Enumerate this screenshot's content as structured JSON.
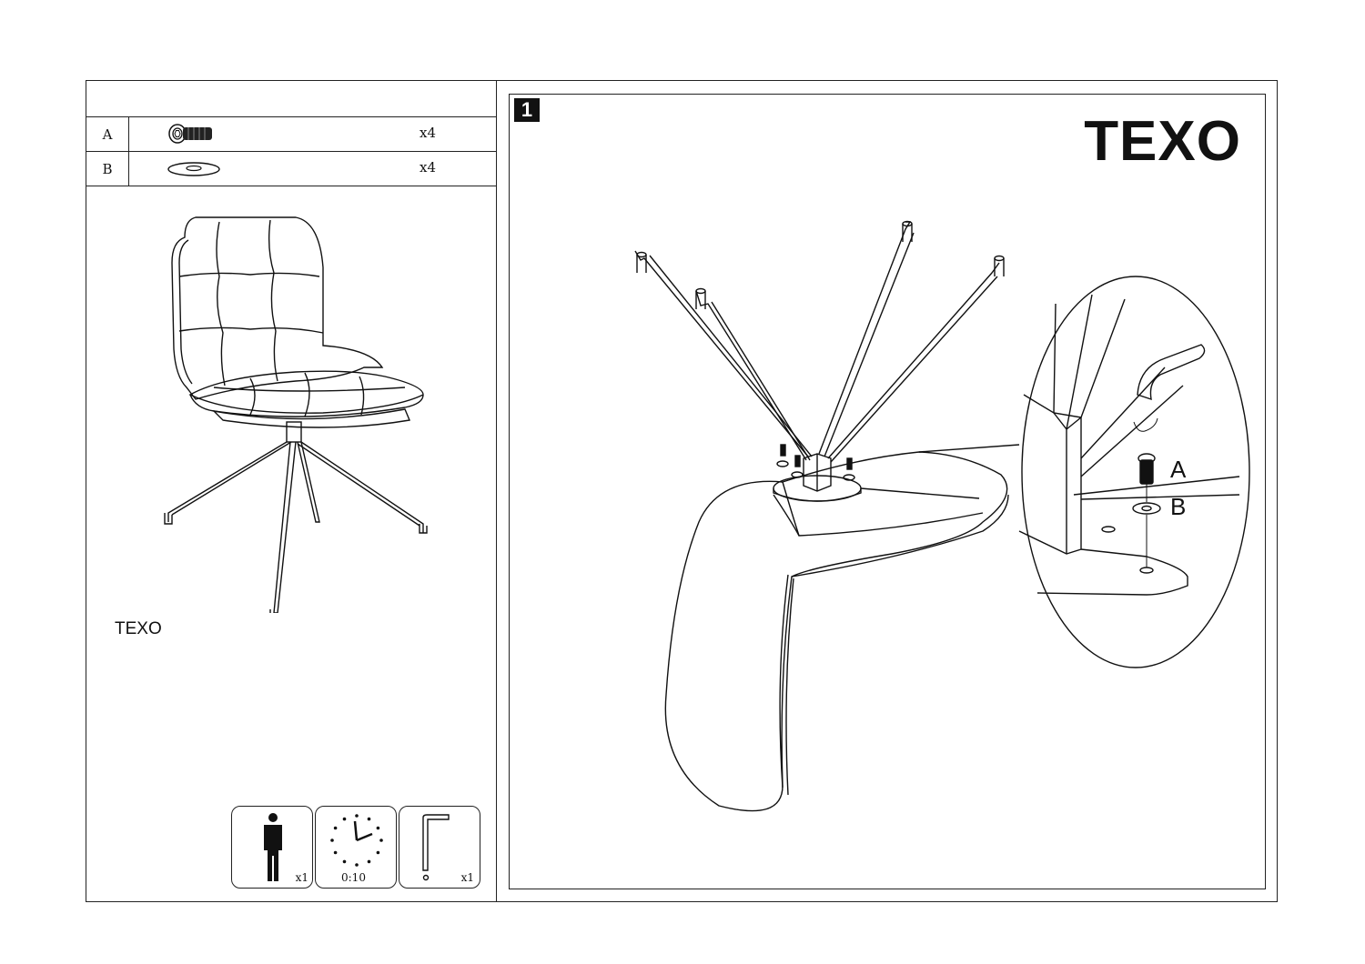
{
  "parts": [
    {
      "letter": "A",
      "name": "bolt",
      "qty": "x4"
    },
    {
      "letter": "B",
      "name": "washer",
      "qty": "x4"
    }
  ],
  "model_name": "TEXO",
  "info": {
    "persons": "x1",
    "time": "0:10",
    "tools": "x1"
  },
  "step": {
    "number": "1",
    "title": "TEXO",
    "callout_a": "A",
    "callout_b": "B"
  },
  "icons": [
    "bolt-icon",
    "washer-icon",
    "person-icon",
    "clock-icon",
    "allen-key-icon"
  ]
}
